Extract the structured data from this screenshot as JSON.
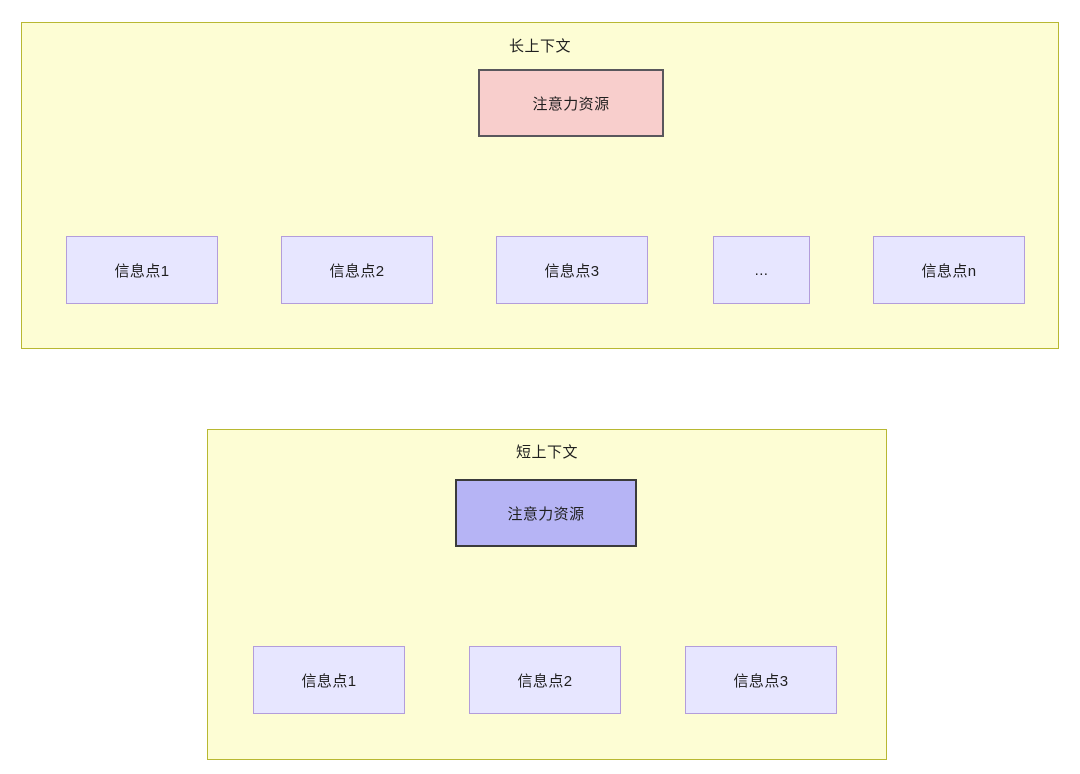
{
  "diagram": {
    "type": "flow-diagram",
    "groups": [
      {
        "id": "long-context",
        "title": "长上下文",
        "container_color": "#fdfdd4",
        "container_border_color": "#b8b832",
        "root": {
          "label": "注意力资源",
          "fill": "#f8cecc",
          "stroke": "#59575c"
        },
        "children": [
          {
            "label": "信息点1",
            "fill": "#e7e6ff",
            "stroke": "#b39ddb"
          },
          {
            "label": "信息点2",
            "fill": "#e7e6ff",
            "stroke": "#b39ddb"
          },
          {
            "label": "信息点3",
            "fill": "#e7e6ff",
            "stroke": "#b39ddb"
          },
          {
            "label": "...",
            "fill": "#e7e6ff",
            "stroke": "#b39ddb"
          },
          {
            "label": "信息点n",
            "fill": "#e7e6ff",
            "stroke": "#b39ddb"
          }
        ]
      },
      {
        "id": "short-context",
        "title": "短上下文",
        "container_color": "#fdfdd4",
        "container_border_color": "#b8b832",
        "root": {
          "label": "注意力资源",
          "fill": "#b6b4f5",
          "stroke": "#3b3b3b"
        },
        "children": [
          {
            "label": "信息点1",
            "fill": "#e7e6ff",
            "stroke": "#b39ddb"
          },
          {
            "label": "信息点2",
            "fill": "#e7e6ff",
            "stroke": "#b39ddb"
          },
          {
            "label": "信息点3",
            "fill": "#e7e6ff",
            "stroke": "#b39ddb"
          }
        ]
      }
    ],
    "edge_color": "#333333"
  }
}
